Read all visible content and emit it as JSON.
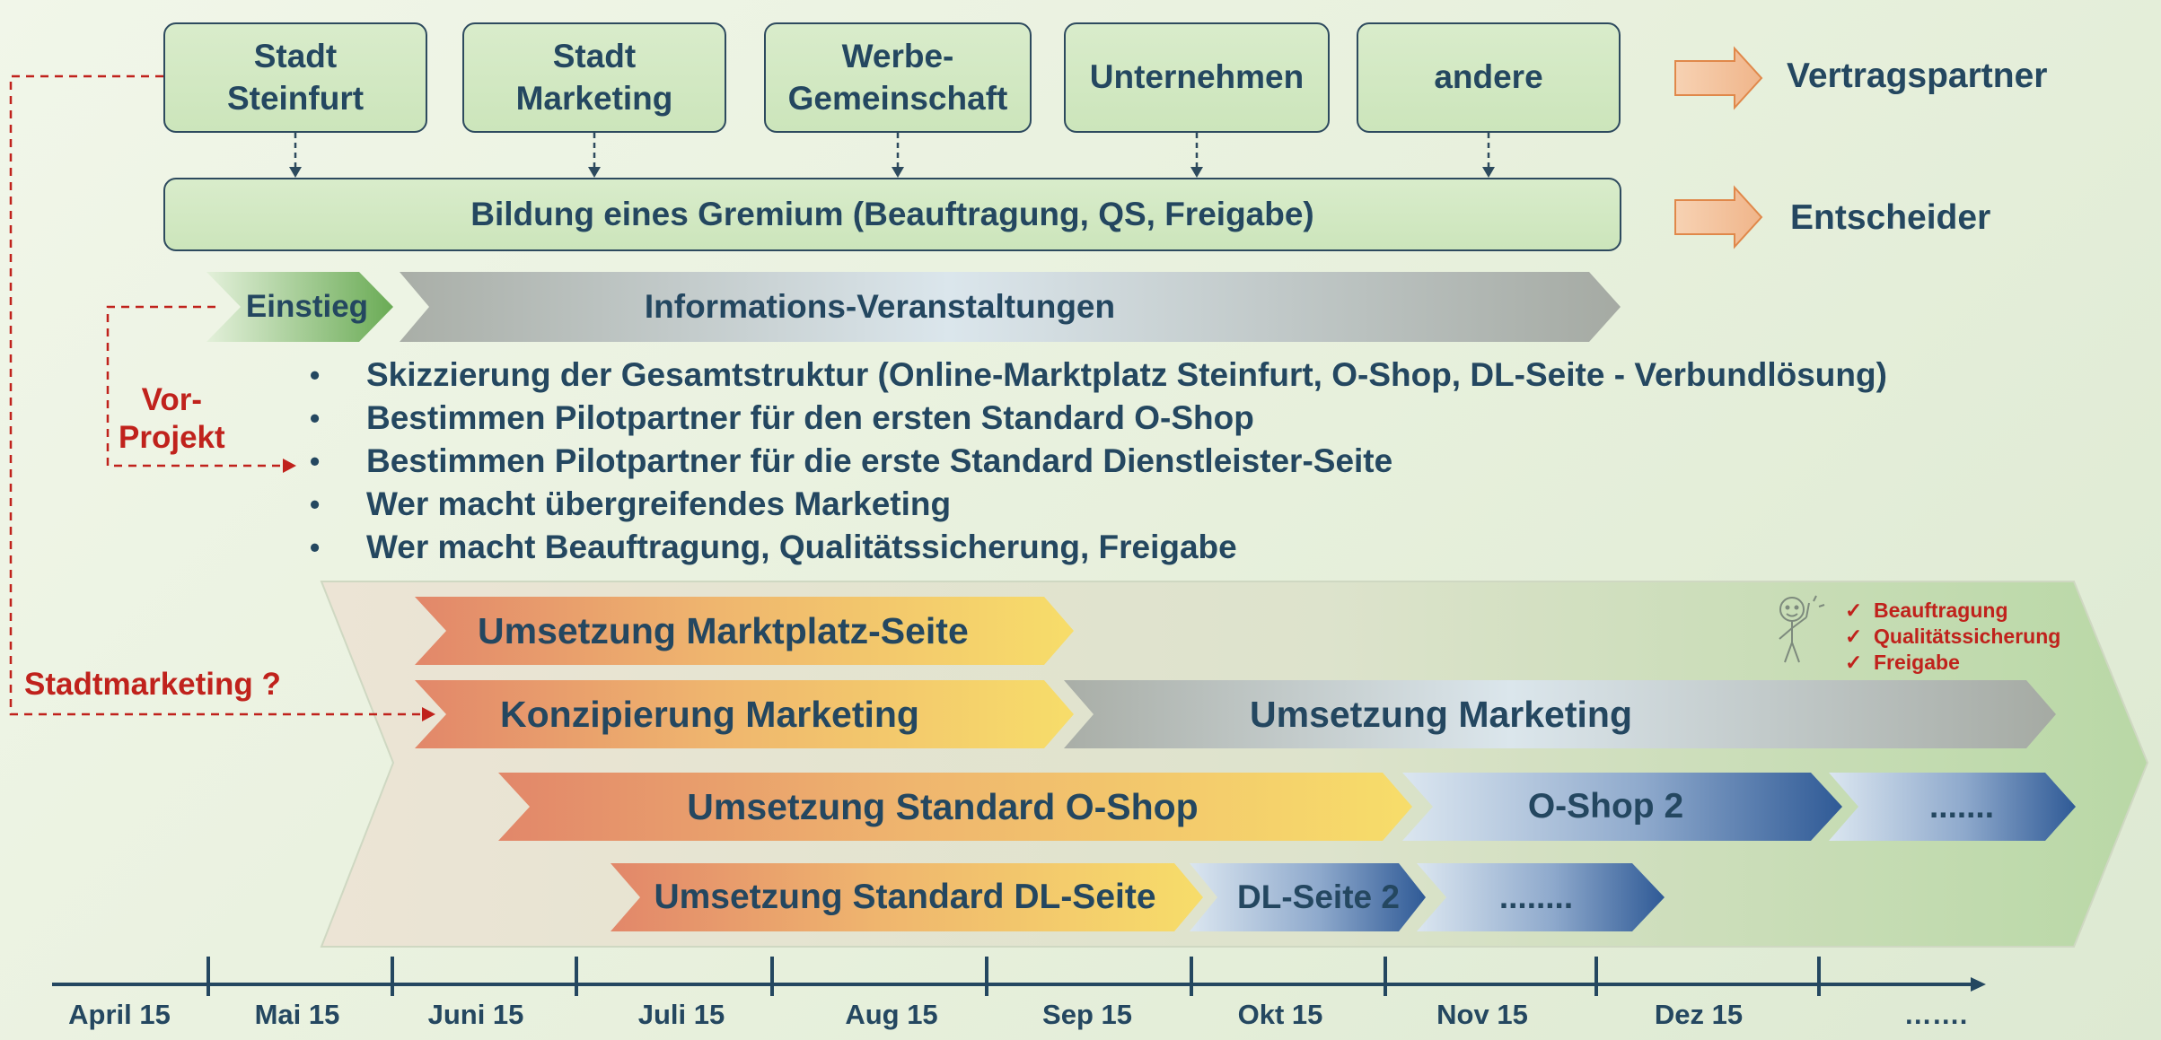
{
  "partners": [
    "Stadt\nSteinfurt",
    "Stadt\nMarketing",
    "Werbe-\nGemeinschaft",
    "Unternehmen",
    "andere"
  ],
  "gremium": "Bildung eines Gremium (Beauftragung, QS, Freigabe)",
  "roles": {
    "vertragspartner": "Vertragspartner",
    "entscheider": "Entscheider"
  },
  "phase": {
    "einstieg": "Einstieg",
    "info": "Informations-Veranstaltungen"
  },
  "vorprojekt": "Vor-\nProjekt",
  "bullets": [
    "Skizzierung der Gesamtstruktur (Online-Marktplatz Steinfurt, O-Shop, DL-Seite - Verbundlösung)",
    "Bestimmen Pilotpartner für den ersten Standard O-Shop",
    "Bestimmen Pilotpartner für die erste Standard Dienstleister-Seite",
    "Wer macht übergreifendes Marketing",
    "Wer macht Beauftragung, Qualitätssicherung, Freigabe"
  ],
  "bullet_symbol": "•",
  "stadtmarketing": "Stadtmarketing ?",
  "tasks": {
    "marktplatz": "Umsetzung Marktplatz-Seite",
    "konzipierung": "Konzipierung Marketing",
    "umsetzung_marketing": "Umsetzung Marketing",
    "oshop": "Umsetzung Standard O-Shop",
    "oshop2": "O-Shop 2",
    "oshop_more": ".......",
    "dl": "Umsetzung Standard DL-Seite",
    "dl2": "DL-Seite 2",
    "dl_more": "........"
  },
  "checklist": [
    "Beauftragung",
    "Qualitätssicherung",
    "Freigabe"
  ],
  "check_symbol": "✓",
  "months": [
    "April 15",
    "Mai 15",
    "Juni 15",
    "Juli 15",
    "Aug 15",
    "Sep 15",
    "Okt 15",
    "Nov 15",
    "Dez 15",
    "……."
  ],
  "colors": {
    "navy": "#244760",
    "red": "#c0221c",
    "orange_arrow": "#f4c29e"
  }
}
